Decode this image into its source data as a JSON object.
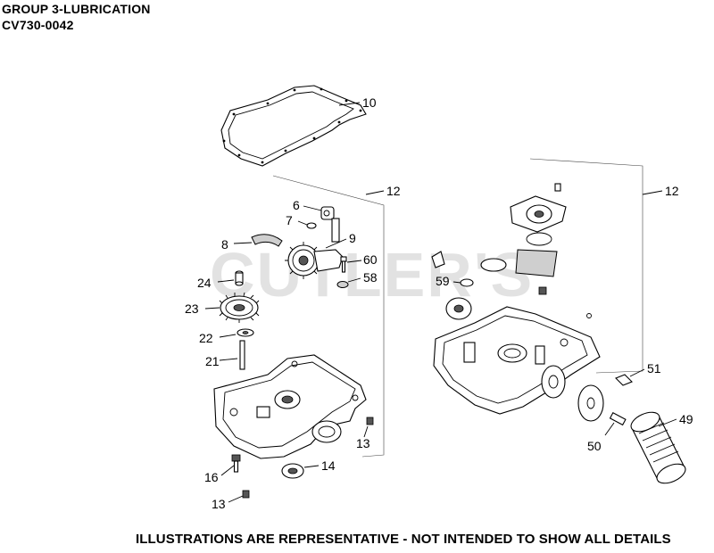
{
  "header": {
    "group_title": "GROUP 3-LUBRICATION",
    "model_code": "CV730-0042"
  },
  "watermark": "CUTLER'S",
  "footer_note": "ILLUSTRATIONS ARE REPRESENTATIVE - NOT INTENDED TO SHOW ALL DETAILS",
  "callouts": {
    "c10": "10",
    "c12_left": "12",
    "c12_right": "12",
    "c6": "6",
    "c7": "7",
    "c8": "8",
    "c9": "9",
    "c60": "60",
    "c58": "58",
    "c24": "24",
    "c23": "23",
    "c22": "22",
    "c21": "21",
    "c16": "16",
    "c13_lower": "13",
    "c13_right": "13",
    "c14": "14",
    "c59": "59",
    "c51": "51",
    "c49": "49",
    "c50": "50"
  }
}
